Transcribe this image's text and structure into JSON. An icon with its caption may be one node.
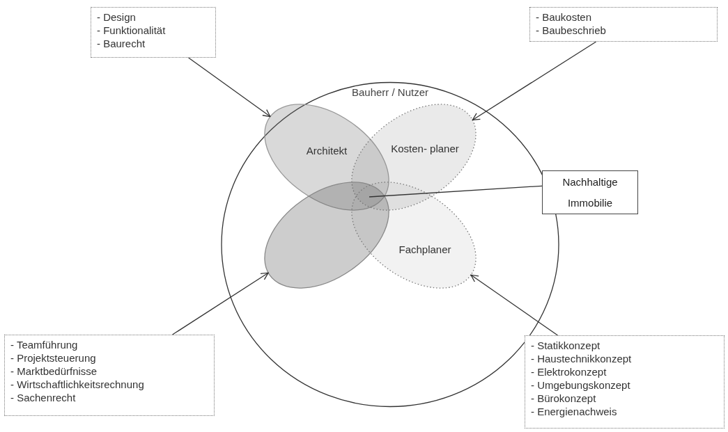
{
  "diagram": {
    "nodes": [
      {
        "text": [
          "Bauherr / Nutzer"
        ]
      },
      {
        "text": [
          "Architekt"
        ],
        "in": 0
      },
      {
        "text": [
          "Kosten- planer"
        ],
        "in": 0
      },
      {
        "text": [],
        "shape": "ellipse",
        "in": 0
      },
      {
        "text": [
          "Fachplaner"
        ],
        "in": 0
      },
      {
        "text": [
          "Nachhaltige Immobilie"
        ]
      },
      {
        "text": [
          "- Design",
          "- Funktionalität",
          "- Baurecht"
        ]
      },
      {
        "text": [
          "- Baukosten",
          "- Baubeschrieb"
        ]
      },
      {
        "text": [
          "- Teamführung",
          "- Projektsteuerung",
          "- Marktbedürfnisse",
          "- Wirtschaftlichkeitsrechnung",
          "- Sachenrecht"
        ]
      },
      {
        "text": [
          "- Statikkonzept",
          "- Haustechnikkonzept",
          "- Elektrokonzept",
          "- Umgebungskonzept",
          "- Bürokonzept",
          "- Energienachweis"
        ]
      }
    ],
    "edges": [
      {
        "from": 6,
        "to": 1,
        "arrow": "to"
      },
      {
        "from": 7,
        "to": 2,
        "arrow": "to"
      },
      {
        "from": 8,
        "to": 3,
        "arrow": "to"
      },
      {
        "from": 9,
        "to": 4,
        "arrow": "to"
      },
      {
        "from": 5,
        "to": 1,
        "arrow": "none"
      }
    ]
  }
}
